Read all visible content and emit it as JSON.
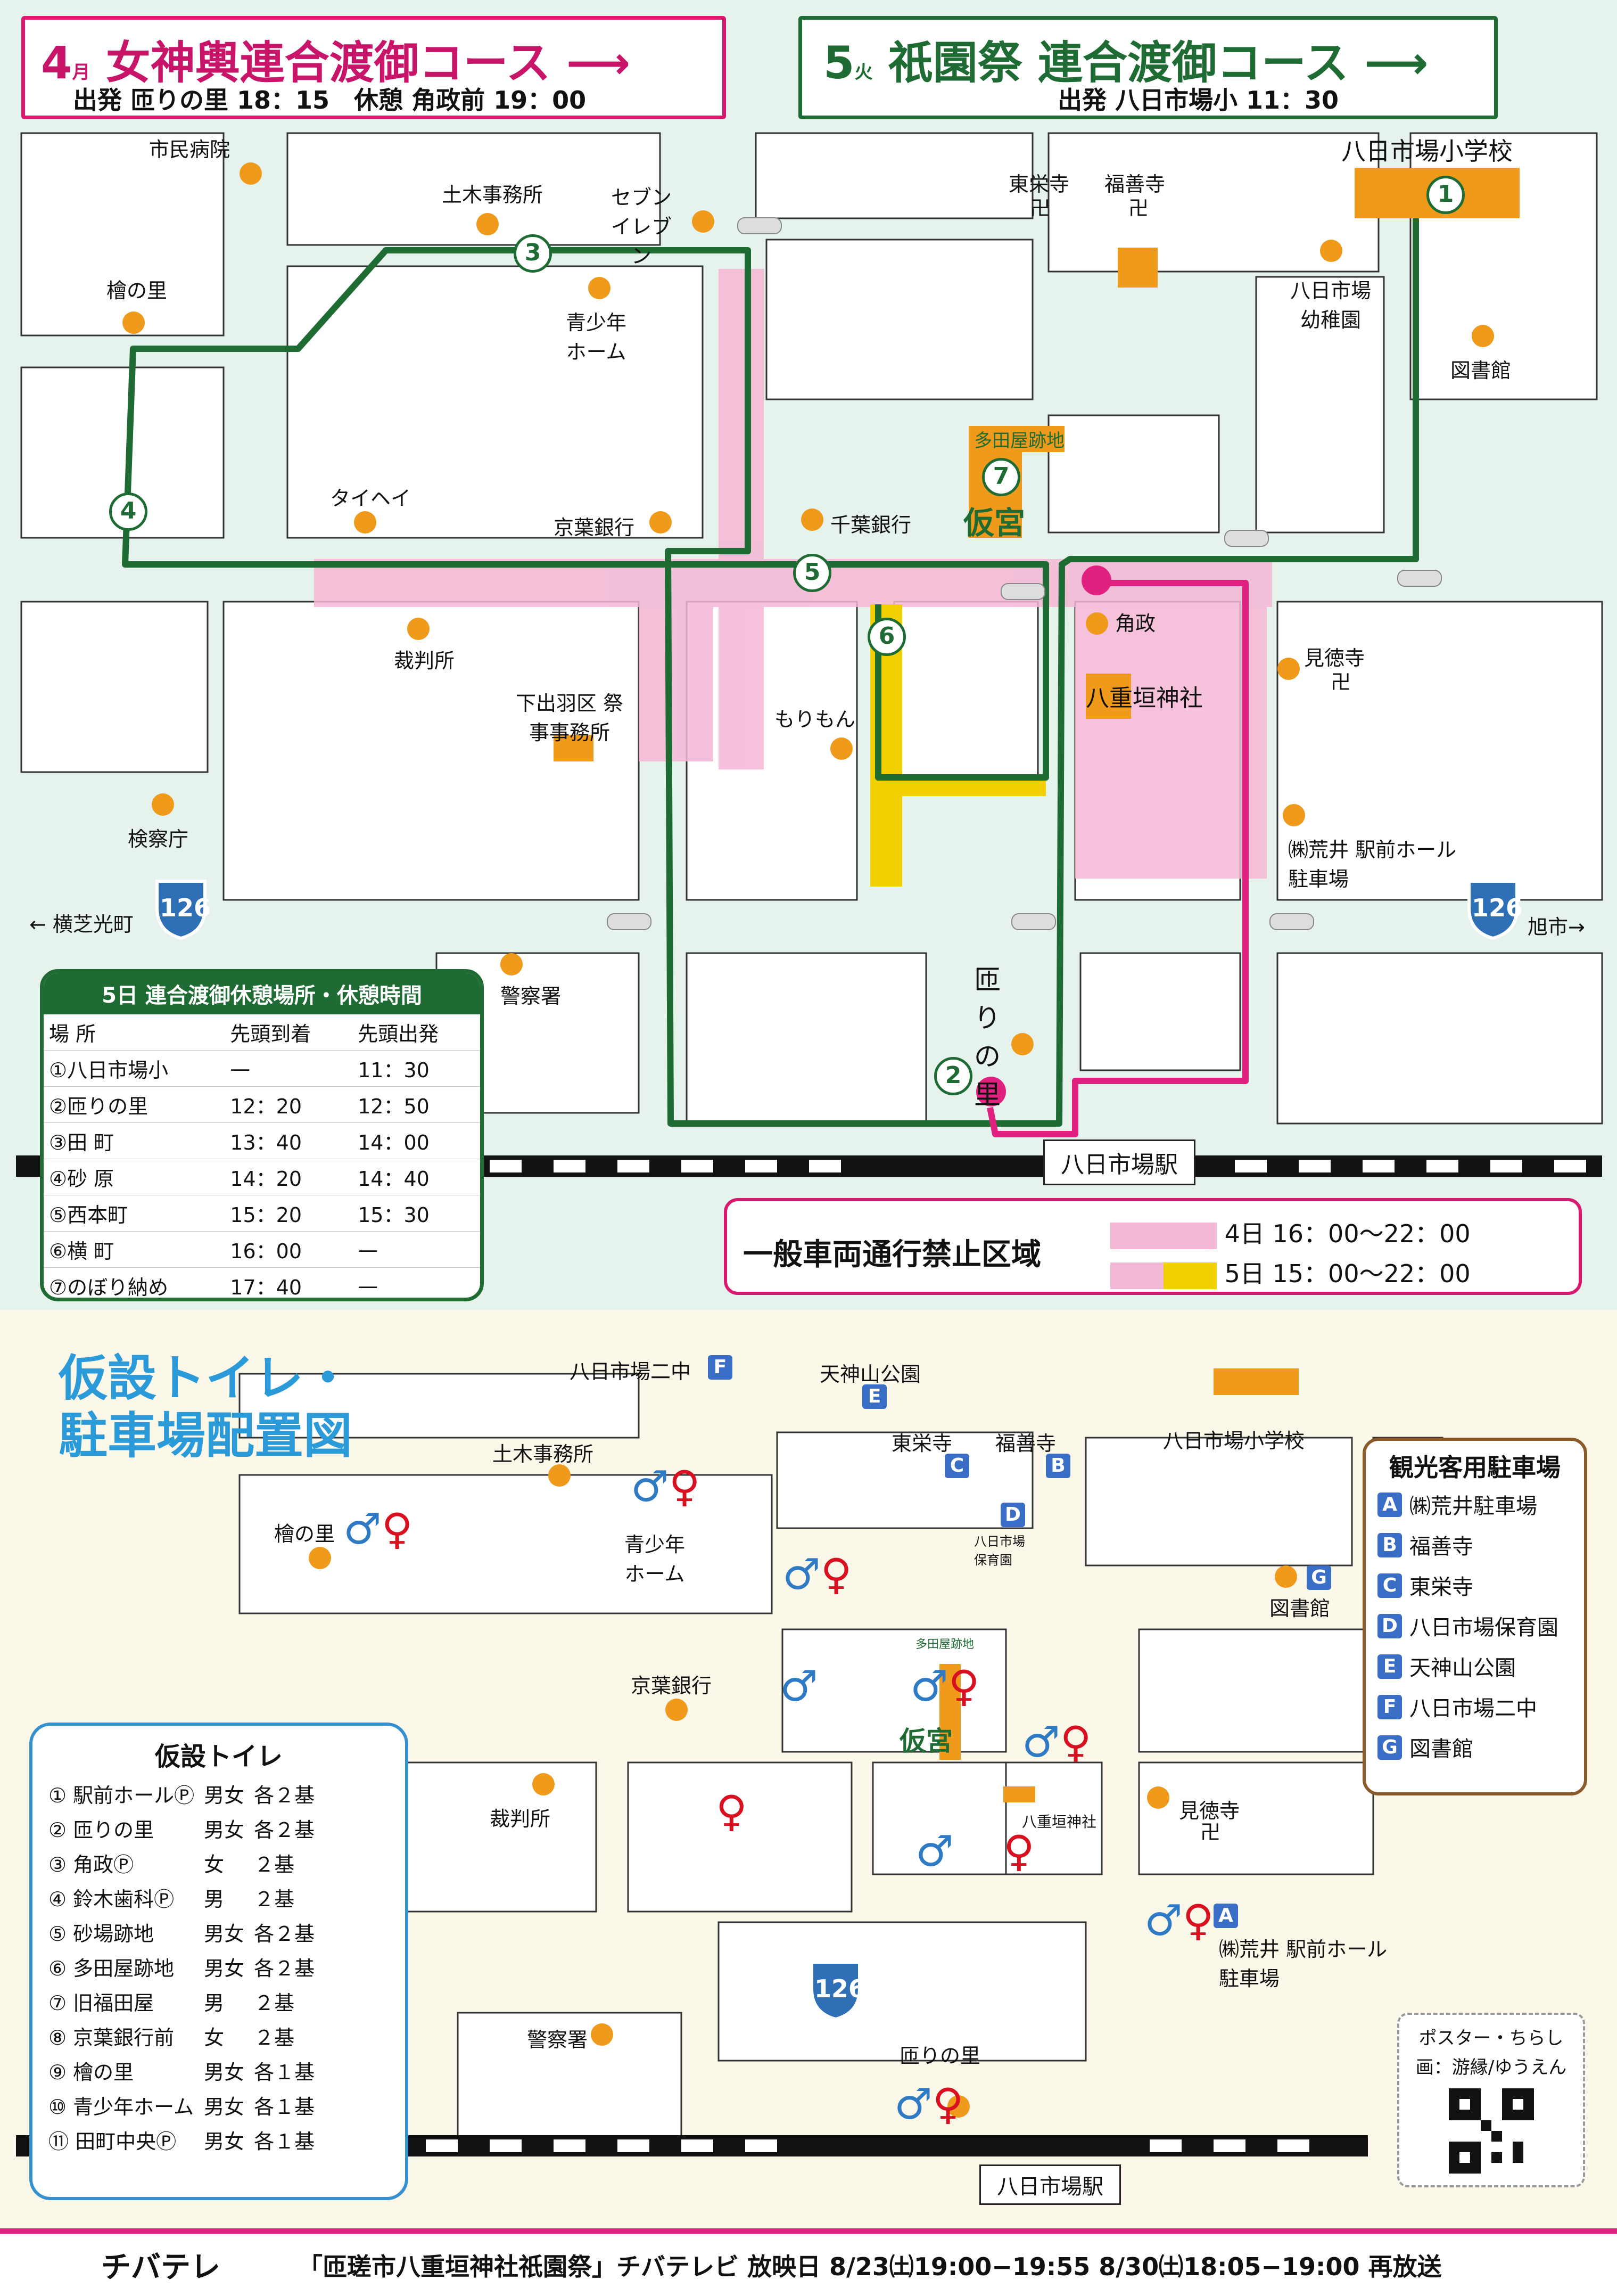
{
  "header_left": {
    "day": "4",
    "weekday": "月",
    "title": "女神輿連合渡御コース",
    "start_label": "出発",
    "start_place": "匝りの里",
    "start_time": "18：15",
    "rest_label": "休憩",
    "rest_place": "角政前",
    "rest_time": "19：00"
  },
  "header_right": {
    "day": "5",
    "weekday": "火",
    "title": "祇園祭 連合渡御コース",
    "start_label": "出発",
    "start_place": "八日市場小",
    "start_time": "11：30"
  },
  "top_map": {
    "places": [
      "市民病院",
      "土木事務所",
      "セブン イレブン",
      "東栄寺",
      "福善寺",
      "八日市場小学校",
      "檜の里",
      "青少年 ホーム",
      "八日市場 幼稚園",
      "図書館",
      "多田屋跡地",
      "タイヘイ",
      "京葉銀行",
      "千葉銀行",
      "仮宮",
      "角政",
      "八重垣神社",
      "見徳寺",
      "裁判所",
      "下出羽区 祭事事務所",
      "もりもん",
      "検察庁",
      "㈱荒井 駅前ホール駐車場",
      "← 横芝光町",
      "旭市→",
      "警察署",
      "匝りの里",
      "八日市場駅"
    ],
    "route_numbers": [
      "1",
      "2",
      "3",
      "4",
      "5",
      "6",
      "7"
    ],
    "route_badge": "126"
  },
  "rest_table": {
    "title": "5日 連合渡御休憩場所・休憩時間",
    "columns": [
      "場 所",
      "先頭到着",
      "先頭出発"
    ],
    "rows": [
      [
        "①八日市場小",
        "—",
        "11：30"
      ],
      [
        "②匝りの里",
        "12：20",
        "12：50"
      ],
      [
        "③田 町",
        "13：40",
        "14：00"
      ],
      [
        "④砂 原",
        "14：20",
        "14：40"
      ],
      [
        "⑤西本町",
        "15：20",
        "15：30"
      ],
      [
        "⑥横 町",
        "16：00",
        "—"
      ],
      [
        "⑦のぼり納め",
        "17：40",
        "—"
      ]
    ]
  },
  "restriction": {
    "label": "一般車両通行禁止区域",
    "row1": "4日 16：00〜22：00",
    "row2": "5日 15：00〜22：00",
    "color1": "#f4b6d5",
    "color2": "#f2d000"
  },
  "bottom_title_line1": "仮設トイレ・",
  "bottom_title_line2": "駐車場配置図",
  "bottom_map": {
    "places": [
      "八日市場二中",
      "天神山公園",
      "土木事務所",
      "東栄寺",
      "福善寺",
      "八日市場小学校",
      "檜の里",
      "青少年 ホーム",
      "八日市場 保育園",
      "図書館",
      "多田屋跡地",
      "京葉銀行",
      "仮宮",
      "裁判所",
      "八重垣神社",
      "見徳寺",
      "㈱荒井 駅前ホール駐車場",
      "警察署",
      "匝りの里",
      "八日市場駅"
    ]
  },
  "toilet_table": {
    "title": "仮設トイレ",
    "rows": [
      [
        "① 駅前ホールⓅ",
        "男女",
        "各２基"
      ],
      [
        "② 匝りの里",
        "男女",
        "各２基"
      ],
      [
        "③ 角政Ⓟ",
        "女",
        "２基"
      ],
      [
        "④ 鈴木歯科Ⓟ",
        "男",
        "２基"
      ],
      [
        "⑤ 砂場跡地",
        "男女",
        "各２基"
      ],
      [
        "⑥ 多田屋跡地",
        "男女",
        "各２基"
      ],
      [
        "⑦ 旧福田屋",
        "男",
        "２基"
      ],
      [
        "⑧ 京葉銀行前",
        "女",
        "２基"
      ],
      [
        "⑨ 檜の里",
        "男女",
        "各１基"
      ],
      [
        "⑩ 青少年ホーム",
        "男女",
        "各１基"
      ],
      [
        "⑪ 田町中央Ⓟ",
        "男女",
        "各１基"
      ]
    ]
  },
  "parking": {
    "title": "観光客用駐車場",
    "items": [
      {
        "k": "A",
        "name": "㈱荒井駐車場"
      },
      {
        "k": "B",
        "name": "福善寺"
      },
      {
        "k": "C",
        "name": "東栄寺"
      },
      {
        "k": "D",
        "name": "八日市場保育園"
      },
      {
        "k": "E",
        "name": "天神山公園"
      },
      {
        "k": "F",
        "name": "八日市場二中"
      },
      {
        "k": "G",
        "name": "図書館"
      }
    ]
  },
  "poster_credit": {
    "line1": "ポスター・ちらし",
    "line2": "画：游縁/ゆうえん"
  },
  "footer": {
    "logo": "チバテレ",
    "text": "「匝瑳市八重垣神社祇園祭」チバテレビ 放映日 8/23㈯19:00−19:55 8/30㈯18:05−19:00 再放送"
  },
  "colors": {
    "pink": "#e0217f",
    "green": "#1f6b34",
    "blue": "#2b9ad8",
    "orange": "#ef9a1a"
  }
}
